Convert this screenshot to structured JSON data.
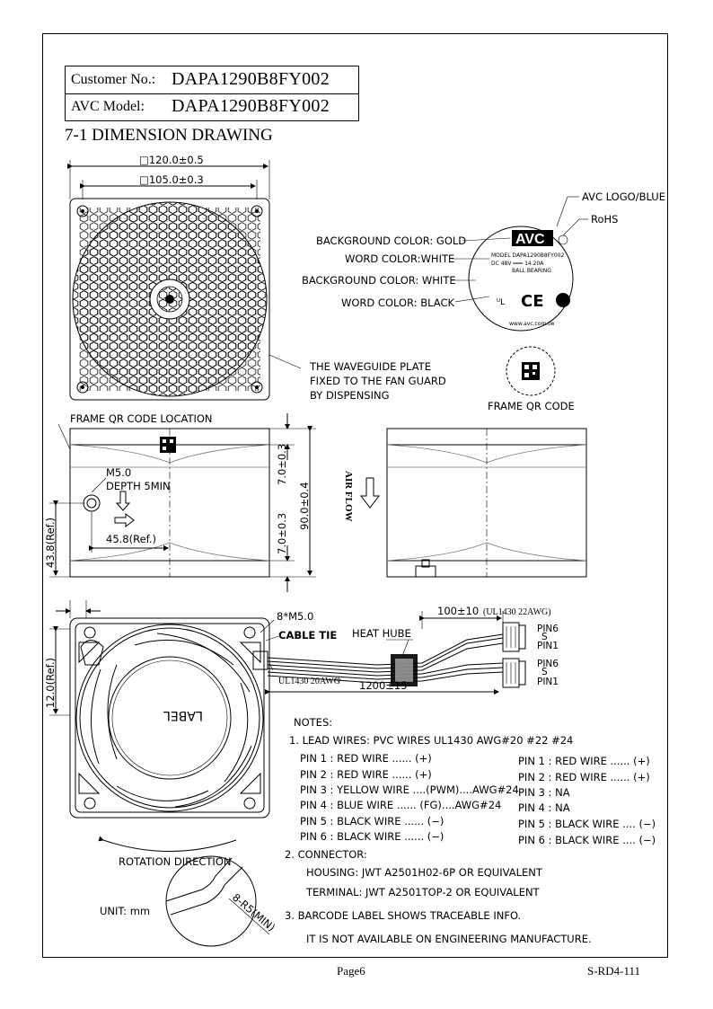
{
  "info": {
    "customer_label": "Customer No.:",
    "customer_no": "DAPA1290B8FY002",
    "model_label": "AVC Model:",
    "model_no": "DAPA1290B8FY002"
  },
  "section_title": "7-1 DIMENSION DRAWING",
  "dims": {
    "outer": "□120.0±0.5",
    "inner": "□105.0±0.3",
    "thickness": "90.0±0.4",
    "flange_top": "7.0±0.3",
    "flange_bottom": "7.0±0.3",
    "qr_side": "43.8(Ref.)",
    "qr_offset": "45.8(Ref.)",
    "side_offset": "12.0(Ref.)",
    "lead_length": "100±10",
    "lead_spec": "(UL1430 22AWG)",
    "cable_length": "1200±15",
    "cable_spec": "UL1430 20AWG"
  },
  "callouts": {
    "avc_logo": "AVC LOGO/BLUE",
    "rohs": "RoHS",
    "bg_gold": "BACKGROUND COLOR: GOLD",
    "word_white": "WORD COLOR:WHITE",
    "bg_white": "BACKGROUND COLOR: WHITE",
    "word_black": "WORD COLOR: BLACK",
    "waveguide_1": "THE WAVEGUIDE PLATE",
    "waveguide_2": "FIXED TO THE FAN GUARD",
    "waveguide_3": "BY DISPENSING",
    "frame_qr_location": "FRAME QR CODE LOCATION",
    "frame_qr_code": "FRAME QR CODE",
    "m5": "M5.0",
    "depth": "DEPTH 5MIN",
    "air_flow": "AIR FLOW",
    "screw": "8*M5.0",
    "cable_tie": "CABLE TIE",
    "heat_hube": "HEAT HUBE",
    "pin6": "PIN6",
    "pin1": "PIN1",
    "tilde": "S",
    "label": "LABEL",
    "rotation": "ROTATION DIRECTION",
    "unit": "UNIT: mm",
    "radius": "8-R5(MIN)"
  },
  "label_sticker": {
    "logo": "AVC",
    "line1": "MODEL  DAPA1290B8FY002",
    "line2": "DC 48V ═══ 14.20A",
    "line3": "BALL BEARING",
    "web": "www.avc.com.tw"
  },
  "notes": {
    "title": "NOTES:",
    "n1": "1. LEAD WIRES: PVC WIRES UL1430 AWG#20 #22 #24",
    "left_pins": [
      "PIN 1 : RED WIRE ...... (+)",
      "PIN 2 : RED WIRE ...... (+)",
      "PIN 3 : YELLOW WIRE ....(PWM)....AWG#24",
      "PIN 4 : BLUE WIRE ...... (FG)....AWG#24",
      "PIN 5 : BLACK WIRE ...... (−)",
      "PIN 6 : BLACK WIRE ...... (−)"
    ],
    "right_pins": [
      "PIN 1 : RED WIRE ...... (+)",
      "PIN 2 : RED WIRE ...... (+)",
      "PIN 3 : NA",
      "PIN 4 : NA",
      "PIN 5 : BLACK WIRE .... (−)",
      "PIN 6 : BLACK WIRE .... (−)"
    ],
    "n2": "2. CONNECTOR:",
    "housing": "HOUSING: JWT A2501H02-6P OR EQUIVALENT",
    "terminal": "TERMINAL: JWT A2501TOP-2 OR EQUIVALENT",
    "n3": "3. BARCODE LABEL SHOWS TRACEABLE INFO.",
    "n4": "IT IS NOT AVAILABLE ON ENGINEERING MANUFACTURE."
  },
  "footer": {
    "page": "Page6",
    "doc_code": "S-RD4-111"
  }
}
